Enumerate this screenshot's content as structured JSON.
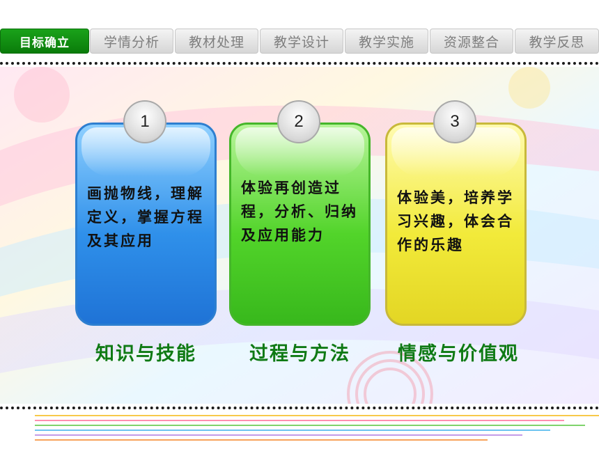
{
  "tabs": [
    {
      "label": "目标确立",
      "active": true
    },
    {
      "label": "学情分析",
      "active": false
    },
    {
      "label": "教材处理",
      "active": false
    },
    {
      "label": "教学设计",
      "active": false
    },
    {
      "label": "教学实施",
      "active": false
    },
    {
      "label": "资源整合",
      "active": false
    },
    {
      "label": "教学反思",
      "active": false
    }
  ],
  "cards": [
    {
      "number": "1",
      "text": "画抛物线，理解定义，掌握方程及其应用",
      "category": "知识与技能"
    },
    {
      "number": "2",
      "text": "体验再创造过程，分析、归纳及应用能力",
      "category": "过程与方法"
    },
    {
      "number": "3",
      "text": "体验美，培养学习兴趣，体会合作的乐趣",
      "category": "情感与价值观"
    }
  ],
  "colors": {
    "active_tab": "#0a7c0a",
    "category_text": "#0f7a14",
    "card_blue": "#2f90ea",
    "card_green": "#52d42a",
    "card_yellow": "#f2ea3a"
  }
}
